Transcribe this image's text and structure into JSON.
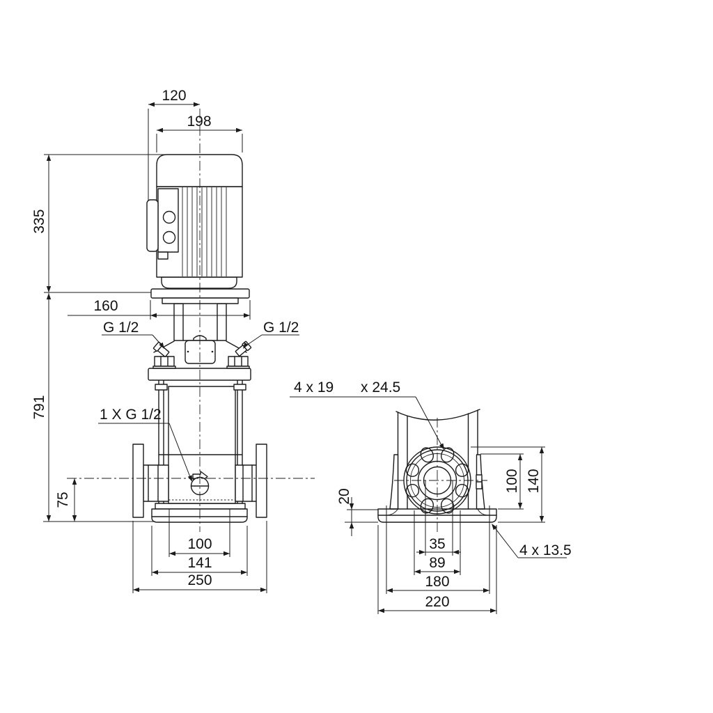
{
  "front_view": {
    "dim_terminal_box_width": "120",
    "dim_motor_diameter": "198",
    "dim_motor_height": "335",
    "dim_head_width": "160",
    "dim_pump_height": "791",
    "dim_port_center_height": "75",
    "dim_base_bolt_spacing": "100",
    "dim_base_depth": "141",
    "dim_port_face_to_face": "250",
    "label_gauge_port_left": "G 1/2",
    "label_gauge_port_right": "G 1/2",
    "label_drain_port": "1 X G 1/2"
  },
  "side_view": {
    "label_flange_slots_count": "4 x 19",
    "label_flange_slots_depth": "x 24.5",
    "dim_base_plate_thickness": "20",
    "dim_flange_slot_height": "100",
    "dim_flange_top_height": "140",
    "dim_slot_spacing": "35",
    "dim_flange_width": "89",
    "dim_base_bolt_spacing": "180",
    "dim_base_width": "220",
    "label_base_holes": "4 x 13.5"
  },
  "style": {
    "line_color": "#1b1b1b",
    "background": "#ffffff"
  }
}
